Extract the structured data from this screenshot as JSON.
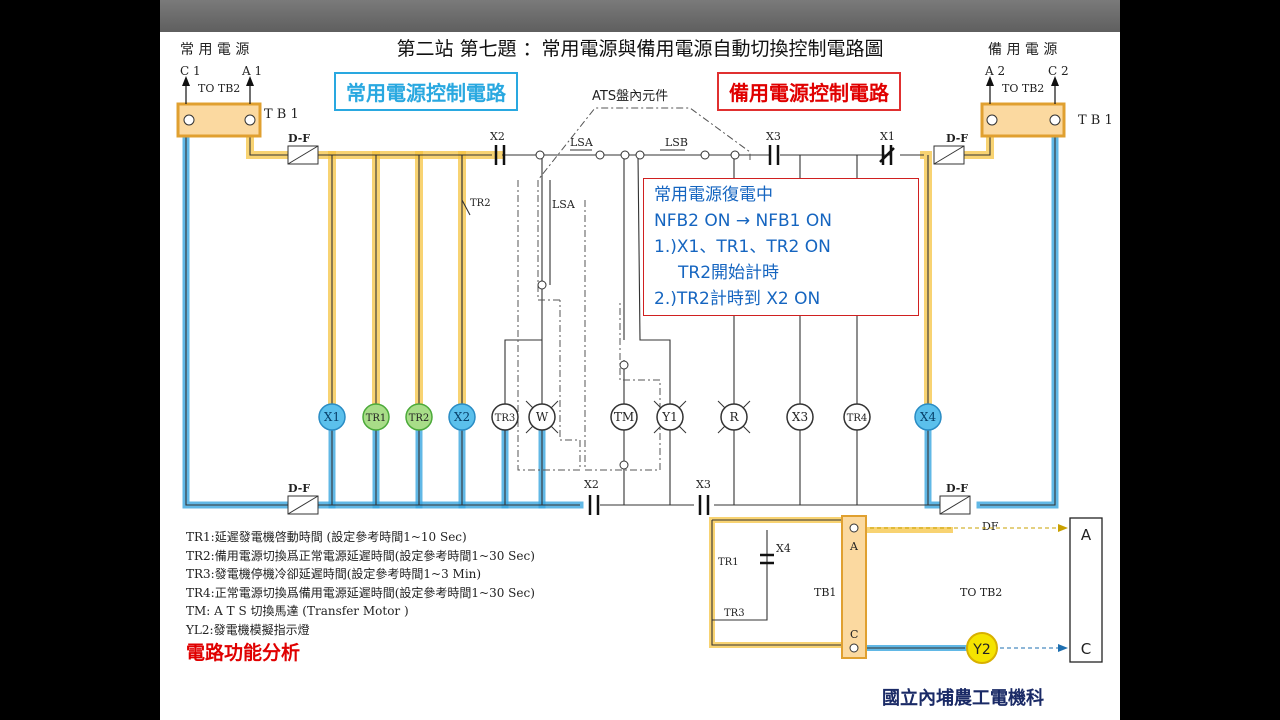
{
  "title": "第二站 第七題 ：常用電源與備用電源自動切換控制電路圖",
  "left_supply": {
    "label": "常 用 電 源",
    "c": "C 1",
    "a": "A 1",
    "to": "TO TB2",
    "tb": "T B 1"
  },
  "right_supply": {
    "label": "備 用 電 源",
    "a": "A 2",
    "c": "C 2",
    "to": "TO TB2",
    "tb": "T B 1"
  },
  "section_normal": "常用電源控制電路",
  "section_backup": "備用電源控制電路",
  "ats_label": "ATS盤內元件",
  "labels": {
    "df": "D-F",
    "x1": "X1",
    "x2": "X2",
    "x3": "X3",
    "x4": "X4",
    "lsa": "LSA",
    "lsb": "LSB",
    "tr1": "TR1",
    "tr2": "TR2",
    "tr3": "TR3",
    "tb1": "TB1",
    "to_tb2": "TO TB2",
    "a": "A",
    "c": "C",
    "df_arrow": "DF"
  },
  "coils": [
    "X1",
    "TR1",
    "TR2",
    "X2",
    "TR3",
    "W",
    "TM",
    "Y1",
    "R",
    "X3",
    "TR4",
    "X4"
  ],
  "lamp_y2": "Y2",
  "box_a": "A",
  "box_c": "C",
  "note": {
    "line1": "常用電源復電中",
    "line2": "NFB2 ON → NFB1 ON",
    "line3": "1.)X1、TR1、TR2 ON",
    "line4": "TR2開始計時",
    "line5": "2.)TR2計時到 X2 ON"
  },
  "legend": [
    "TR1:延遲發電機啓動時間 (設定參考時間1~10 Sec)",
    "TR2:備用電源切換爲正常電源延遲時間(設定參考時間1~30 Sec)",
    "TR3:發電機停機冷卻延遲時間(設定參考時間1~3 Min)",
    "TR4:正常電源切換爲備用電源延遲時間(設定參考時間1~30 Sec)",
    "TM: A T S 切換馬達 (Transfer Motor )",
    "YL2:發電機模擬指示燈"
  ],
  "analysis": "電路功能分析",
  "school": "國立內埔農工電機科",
  "colors": {
    "active_yellow": "#f6c443",
    "active_blue": "#3aa6e0",
    "coil_blue": "#5bc0ec",
    "coil_green": "#a8dd88",
    "note_text": "#1565c0",
    "alert_red": "#e00000"
  }
}
